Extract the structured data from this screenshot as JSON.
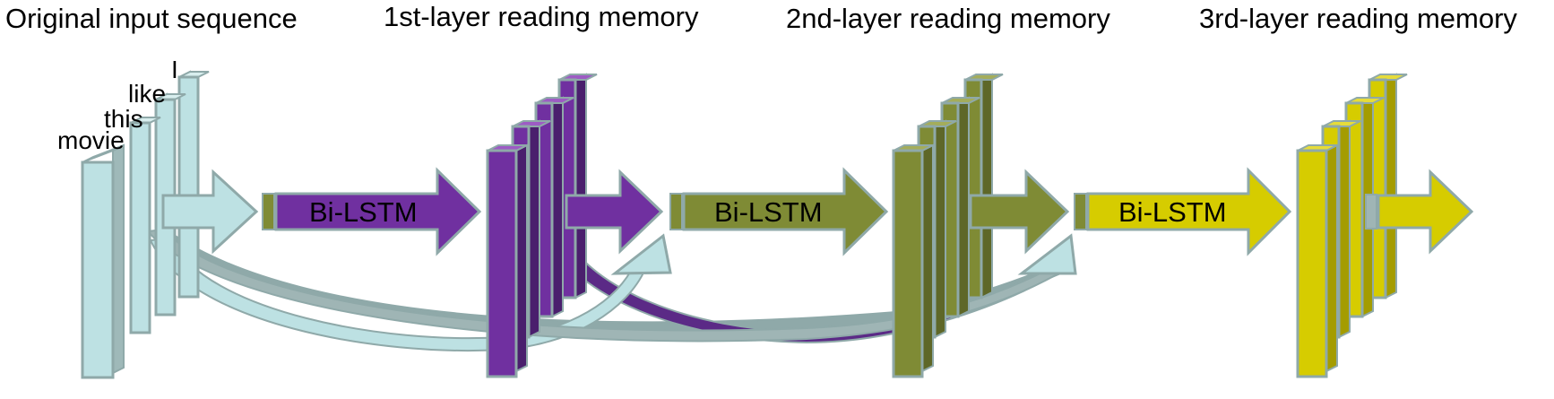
{
  "titles": {
    "input": "Original input sequence",
    "layer1": "1st-layer reading memory",
    "layer2": "2nd-layer reading memory",
    "layer3": "3rd-layer reading memory"
  },
  "words": [
    "movie",
    "this",
    "like",
    "I"
  ],
  "lstm_labels": [
    "Bi-LSTM",
    "Bi-LSTM",
    "Bi-LSTM"
  ],
  "colors": {
    "outline": "#8fa9a9",
    "input_fill": "#bde1e3",
    "layer1_fill": "#7030a0",
    "layer2_fill": "#7f8b35",
    "layer3_fill": "#d6cc00"
  }
}
